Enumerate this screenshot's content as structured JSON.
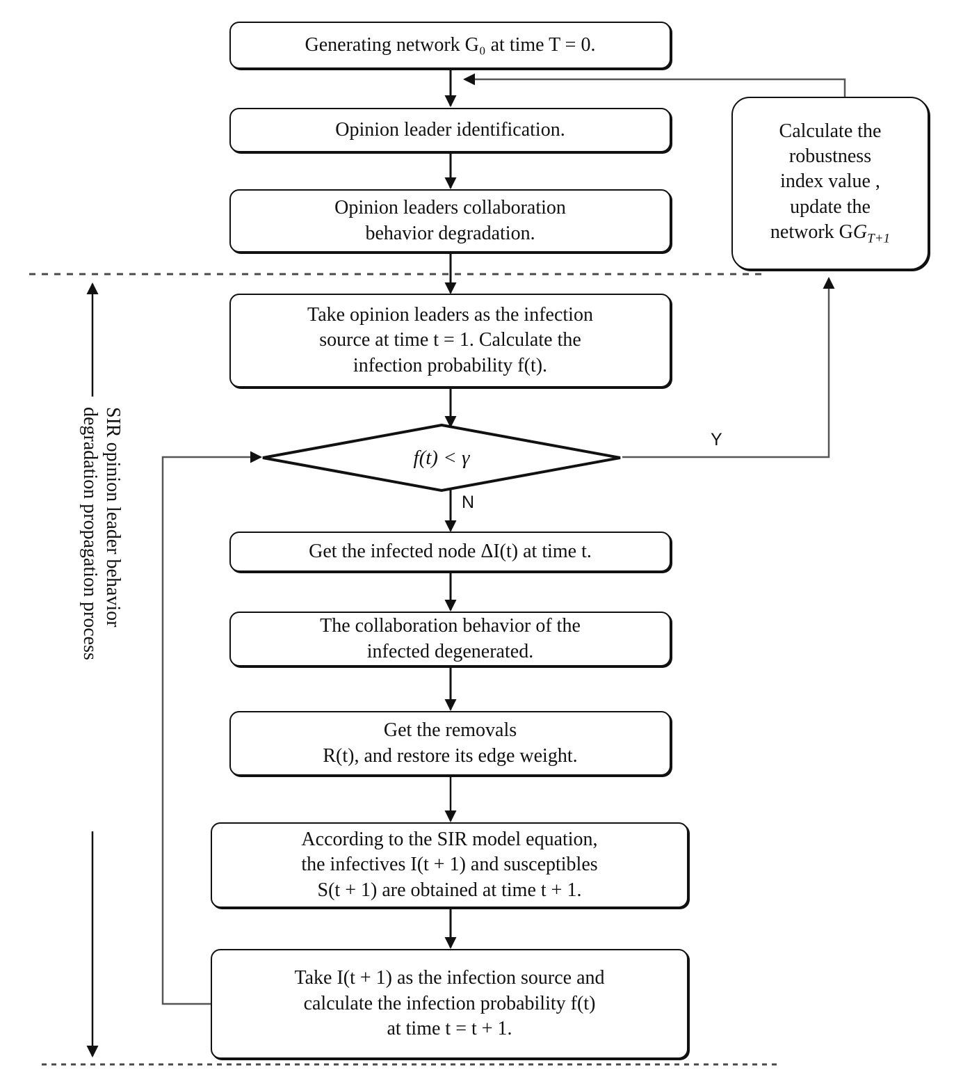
{
  "diagram": {
    "title": "SIR opinion leader behavior degradation propagation flowchart",
    "stroke_color": "#111111",
    "background_color": "#ffffff",
    "nodes": [
      {
        "id": "n1",
        "shape": "rounded-rect",
        "text": "Generating network G₀ at time T = 0."
      },
      {
        "id": "n2",
        "shape": "rounded-rect",
        "text": "Opinion leader identification."
      },
      {
        "id": "n3",
        "shape": "rounded-rect",
        "text": "Opinion leaders collaboration\nbehavior degradation."
      },
      {
        "id": "n4",
        "shape": "rounded-rect",
        "text": "Take opinion leaders as the infection\nsource at time  t = 1. Calculate  the\ninfection probability f(t)."
      },
      {
        "id": "n5",
        "shape": "diamond",
        "text": "f(t) < γ"
      },
      {
        "id": "n6",
        "shape": "rounded-rect",
        "text": "Get the infected node ΔI(t) at time t."
      },
      {
        "id": "n7",
        "shape": "rounded-rect",
        "text": "The collaboration behavior of the\ninfected degenerated."
      },
      {
        "id": "n8",
        "shape": "rounded-rect",
        "text": "Get the removals\nR(t), and restore its edge weight."
      },
      {
        "id": "n9",
        "shape": "rounded-rect",
        "text": "According to the SIR model equation,\nthe infectives I(t + 1) and  susceptibles\nS(t + 1) are obtained at time  t + 1."
      },
      {
        "id": "n10",
        "shape": "rounded-rect",
        "text": "Take I(t + 1) as the infection source and\ncalculate the infection probability f(t)\nat time t =  t + 1."
      },
      {
        "id": "n11",
        "shape": "rounded-rect",
        "text": "Calculate  the\nrobustness\nindex value ,\nupdate the\nnetwork G_T+1"
      }
    ],
    "branch_labels": {
      "yes": "Y",
      "no": "N"
    },
    "annotations": {
      "side_label_line1": "SIR opinion leader behavior",
      "side_label_line2": "degradation propagation process"
    },
    "node_text": {
      "n1": "Generating network G₀ at time T = 0.",
      "n2": "Opinion leader identification.",
      "n3": "Opinion leaders collaboration\nbehavior degradation.",
      "n4": "Take opinion leaders as the infection\nsource at time  t = 1. Calculate  the\ninfection probability f(t).",
      "n5": "f(t) < γ",
      "n6": "Get the infected node ΔI(t) at time t.",
      "n7": "The collaboration behavior of the\ninfected degenerated.",
      "n8": "Get the removals\nR(t), and restore its edge weight.",
      "n9": "According to the SIR model equation,\nthe infectives I(t + 1) and  susceptibles\nS(t + 1) are obtained at time  t + 1.",
      "n10": "Take I(t + 1) as the infection source and\ncalculate the infection probability f(t)\nat time t =  t + 1.",
      "n11_l1": "Calculate  the",
      "n11_l2": "robustness",
      "n11_l3": "index value ,",
      "n11_l4": "update the",
      "n11_l5": "network G"
    }
  }
}
